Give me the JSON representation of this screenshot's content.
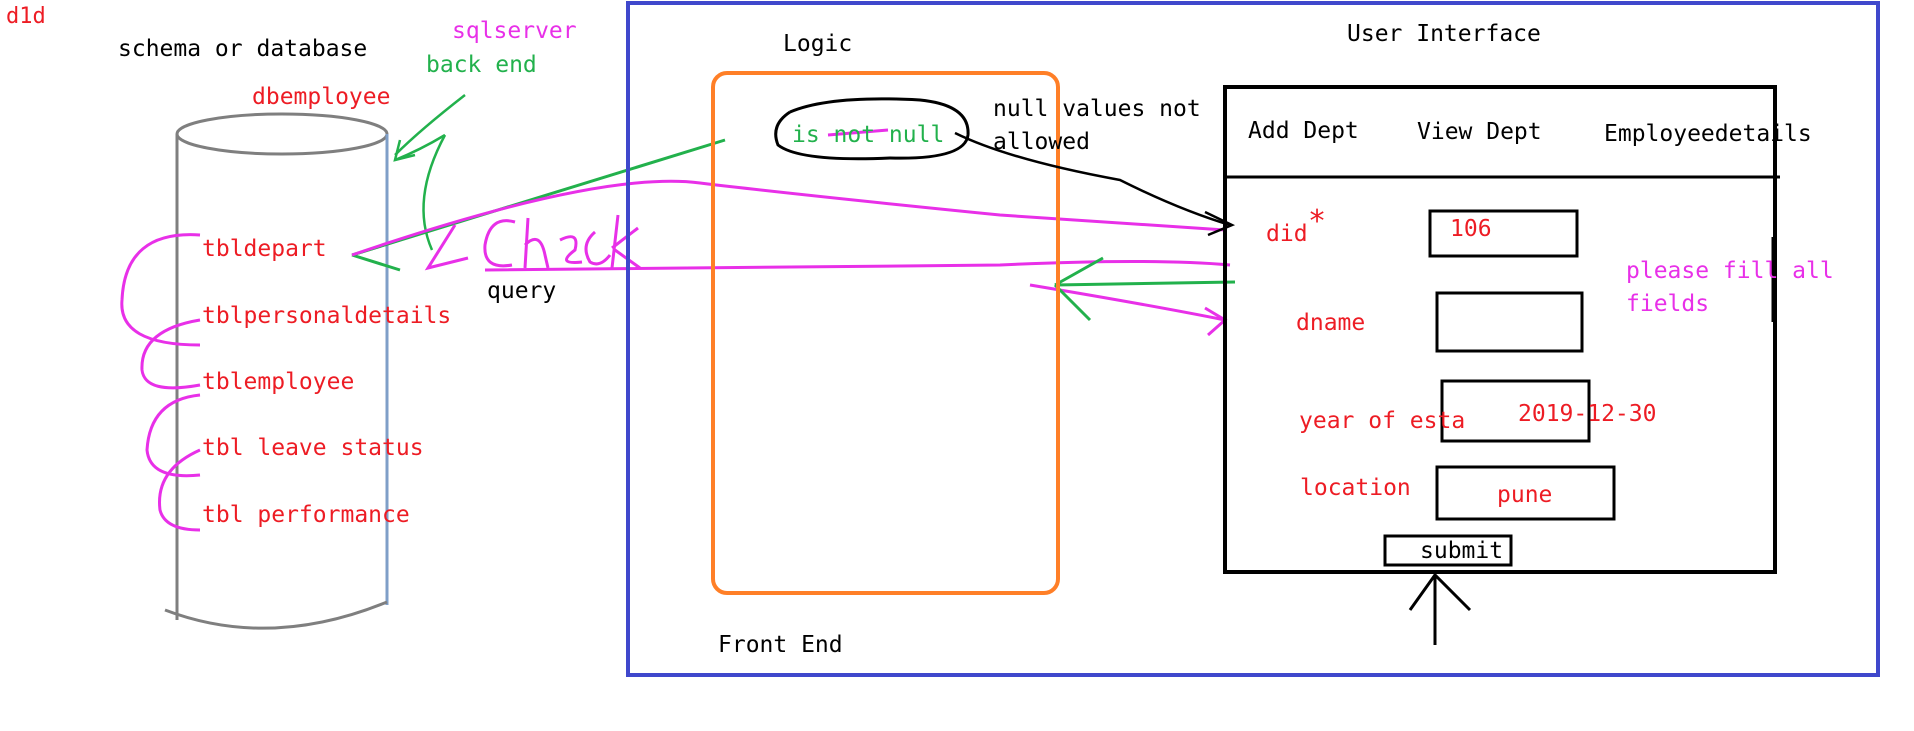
{
  "corner_mark": "d1d",
  "database": {
    "heading": "schema or database",
    "name": "dbemployee",
    "server_note": "sqlserver",
    "backend_note": "back end",
    "tables": [
      "tbldepart",
      "tblpersonaldetails",
      "tblemployee",
      "tbl leave status",
      "tbl performance"
    ]
  },
  "query_label": "query",
  "check_scribble": "check",
  "logic": {
    "heading": "Logic",
    "rule": "is not null",
    "rule_note": "null values not allowed",
    "rule_note_line1": "null values not",
    "rule_note_line2": "allowed"
  },
  "front_end_label": "Front End",
  "ui": {
    "heading": "User Interface",
    "tabs": [
      "Add Dept",
      "View Dept",
      "Employeedetails"
    ],
    "required_marker": "*",
    "fields": [
      {
        "label": "did",
        "value": "106"
      },
      {
        "label": "dname",
        "value": ""
      },
      {
        "label": "year of esta",
        "value": "2019-12-30"
      },
      {
        "label": "location",
        "value": "pune"
      }
    ],
    "validation_message": "please fill all fields",
    "validation_line1": "please fill all",
    "validation_line2": "fields",
    "submit_label": "submit"
  },
  "colors": {
    "frontend_border": "#3f48cc",
    "logic_border": "#ff7f27",
    "cylinder": "#7f7f7f",
    "labels_red": "#ed1c24",
    "arrow_green": "#22b14c",
    "arrow_magenta": "#e830e8",
    "ui_border": "#000000"
  }
}
